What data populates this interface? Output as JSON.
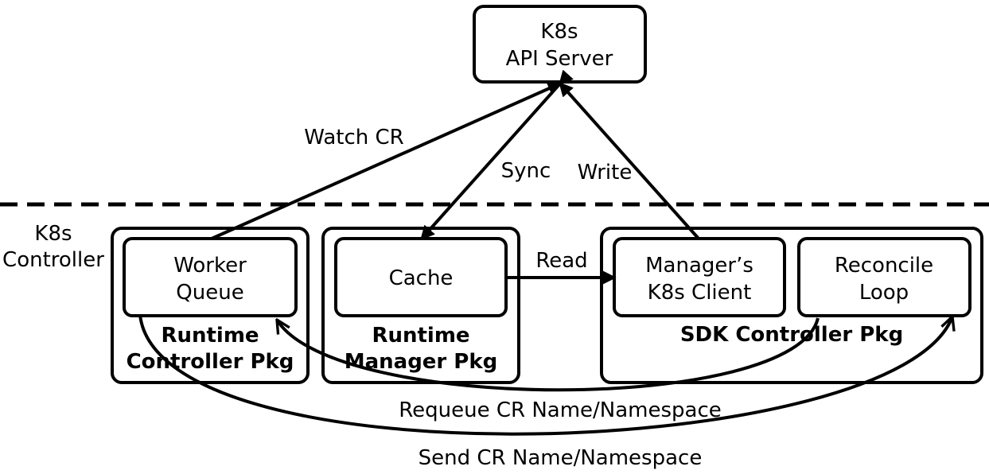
{
  "api_server": {
    "line1": "K8s",
    "line2": "API Server"
  },
  "controller_label": {
    "line1": "K8s",
    "line2": "Controller"
  },
  "runtime_controller_pkg": {
    "title1": "Runtime",
    "title2": "Controller Pkg",
    "worker_queue": {
      "line1": "Worker",
      "line2": "Queue"
    }
  },
  "runtime_manager_pkg": {
    "title1": "Runtime",
    "title2": "Manager Pkg",
    "cache": {
      "label": "Cache"
    }
  },
  "sdk_controller_pkg": {
    "title": "SDK Controller Pkg",
    "managers_client": {
      "line1": "Manager’s",
      "line2": "K8s Client"
    },
    "reconcile_loop": {
      "line1": "Reconcile",
      "line2": "Loop"
    }
  },
  "edges": {
    "watch": "Watch CR",
    "sync": "Sync",
    "write": "Write",
    "read": "Read",
    "requeue": "Requeue CR Name/Namespace",
    "send": "Send CR Name/Namespace"
  }
}
